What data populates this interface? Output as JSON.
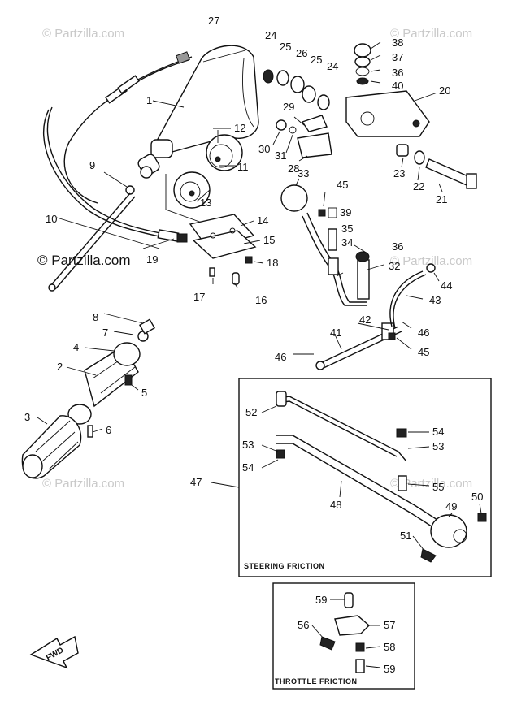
{
  "watermarks": {
    "top_left": "© Partzilla.com",
    "top_right": "© Partzilla.com",
    "middle_left": "© Partzilla.com",
    "middle_right": "© Partzilla.com",
    "lower_left": "© Partzilla.com",
    "lower_right": "© Partzilla.com"
  },
  "boxes": {
    "steering_friction": "STEERING FRICTION",
    "throttle_friction": "THROTTLE FRICTION"
  },
  "fwd_label": "FWD",
  "part_numbers": {
    "p1": "1",
    "p2": "2",
    "p3": "3",
    "p4": "4",
    "p5": "5",
    "p6": "6",
    "p7": "7",
    "p8": "8",
    "p9": "9",
    "p10": "10",
    "p11": "11",
    "p12": "12",
    "p13": "13",
    "p14": "14",
    "p15": "15",
    "p16": "16",
    "p17": "17",
    "p18": "18",
    "p19": "19",
    "p20": "20",
    "p21": "21",
    "p22": "22",
    "p23": "23",
    "p24a": "24",
    "p24b": "24",
    "p25a": "25",
    "p25b": "25",
    "p26": "26",
    "p27": "27",
    "p28": "28",
    "p29": "29",
    "p30": "30",
    "p31": "31",
    "p32": "32",
    "p33": "33",
    "p34": "34",
    "p35": "35",
    "p36a": "36",
    "p36b": "36",
    "p37": "37",
    "p38": "38",
    "p39": "39",
    "p40": "40",
    "p41": "41",
    "p42": "42",
    "p43": "43",
    "p44": "44",
    "p45a": "45",
    "p45b": "45",
    "p46a": "46",
    "p46b": "46",
    "p47": "47",
    "p48": "48",
    "p49": "49",
    "p50": "50",
    "p51": "51",
    "p52": "52",
    "p53a": "53",
    "p53b": "53",
    "p54a": "54",
    "p54b": "54",
    "p55": "55",
    "p56": "56",
    "p57": "57",
    "p58": "58",
    "p59a": "59",
    "p59b": "59"
  }
}
